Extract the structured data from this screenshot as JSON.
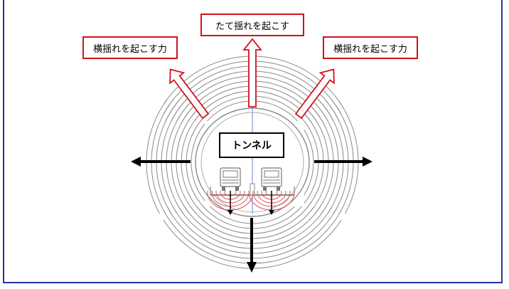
{
  "labels": {
    "vertical": "たて揺れを起こす",
    "lateral_left": "横揺れを起こす力",
    "lateral_right": "横揺れを起こす力",
    "tunnel": "トンネル"
  },
  "colors": {
    "frame": "#2233a8",
    "label_border": "#d0121b",
    "arrow_outline": "#d0121b",
    "wave_lines": "#8a8a8a",
    "red_waves": "#e0555a",
    "force_arrows": "#000000"
  }
}
